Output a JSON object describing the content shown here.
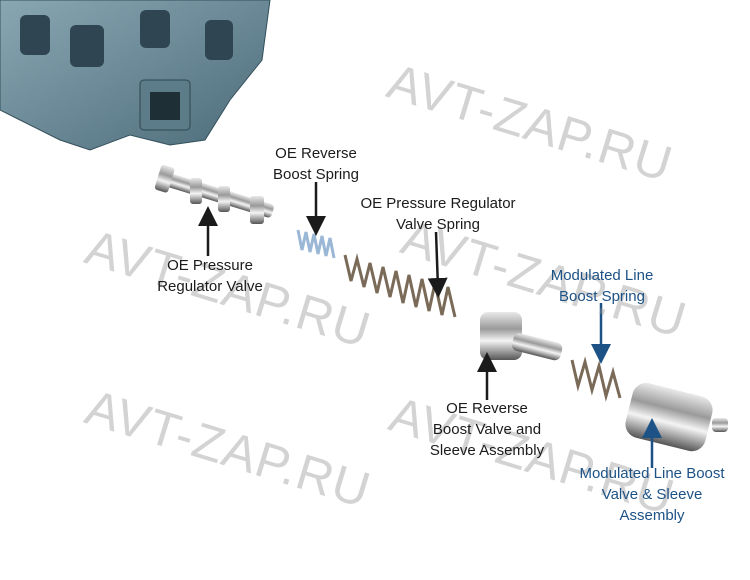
{
  "watermark": "AVT-ZAP.RU",
  "labels": {
    "oe_reverse_boost_spring": [
      "OE Reverse",
      "Boost Spring"
    ],
    "oe_pressure_regulator_valve_spring": [
      "OE Pressure Regulator",
      "Valve Spring"
    ],
    "oe_pressure_regulator_valve": [
      "OE Pressure",
      "Regulator Valve"
    ],
    "modulated_line_boost_spring": [
      "Modulated Line",
      "Boost Spring"
    ],
    "oe_reverse_boost_valve_sleeve": [
      "OE Reverse",
      "Boost Valve and",
      "Sleeve Assembly"
    ],
    "modulated_line_boost_valve_sleeve": [
      "Modulated Line Boost",
      "Valve & Sleeve",
      "Assembly"
    ]
  },
  "colors": {
    "black_label": "#1b1b1b",
    "blue_label": "#1d5286",
    "valve_body": "#6f8e9c"
  }
}
